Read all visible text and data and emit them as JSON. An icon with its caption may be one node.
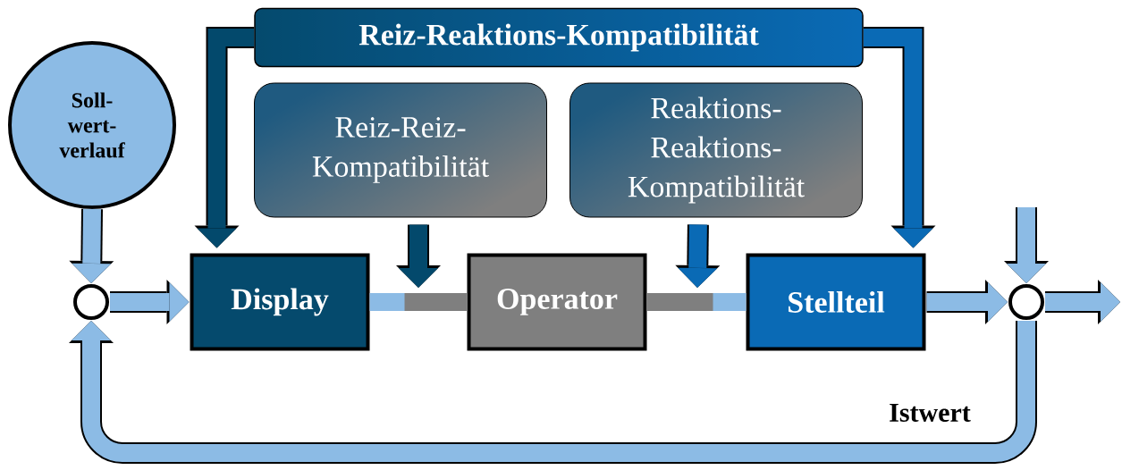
{
  "diagram": {
    "nodes": [
      {
        "text": [
          "Soll- wert- verlauf"
        ]
      },
      {
        "text": [],
        "shape": "circle"
      },
      {
        "text": [
          "Display"
        ]
      },
      {
        "text": [
          "Operator"
        ]
      },
      {
        "text": [
          "Stellteil"
        ]
      },
      {
        "text": [],
        "shape": "circle"
      },
      {
        "text": [
          "Reiz-Reaktions-Kompatibilität"
        ]
      },
      {
        "text": [
          "Reiz-Reiz- Kompatibilität"
        ]
      },
      {
        "text": [
          "Reaktions- Reaktions- Kompatibilität"
        ]
      }
    ],
    "edges": [
      {
        "from": 0,
        "to": 1,
        "arrow": "to"
      },
      {
        "from": 1,
        "to": 2,
        "arrow": "to"
      },
      {
        "from": 2,
        "to": 3,
        "arrow": "none",
        "color": "#7f7f7f"
      },
      {
        "from": 3,
        "to": 4,
        "arrow": "none",
        "color": "#7f7f7f"
      },
      {
        "from": 4,
        "to": 5,
        "arrow": "to"
      },
      {
        "from": null,
        "to": 5,
        "arrow": "to"
      },
      {
        "from": 5,
        "to": null,
        "arrow": "to"
      },
      {
        "from": 5,
        "to": 1,
        "arrow": "to",
        "label": "Istwert"
      },
      {
        "from": 6,
        "to": 2,
        "arrow": "to",
        "color": "#03496c"
      },
      {
        "from": 6,
        "to": 4,
        "arrow": "to",
        "color": "#0a6ab5"
      },
      {
        "from": 7,
        "to": null,
        "arrow": "to",
        "color": "#03496c"
      },
      {
        "from": 8,
        "to": null,
        "arrow": "to",
        "color": "#0a6ab5"
      }
    ]
  }
}
